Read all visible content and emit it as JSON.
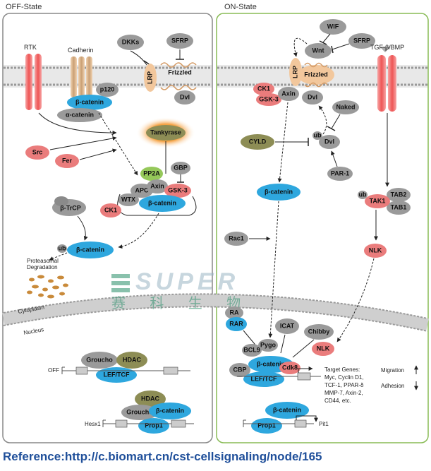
{
  "panels": {
    "off_title": "OFF-State",
    "on_title": "ON-State"
  },
  "off": {
    "rtk": "RTK",
    "cadherin": "Cadherin",
    "p120": "p120",
    "beta_catenin": "β-catenin",
    "alpha_catenin": "α-catenin",
    "dkks": "DKKs",
    "sfrp": "SFRP",
    "lrp": "LRP",
    "frizzled": "Frizzled",
    "dvl": "Dvl",
    "tankyrase": "Tankyrase",
    "src": "Src",
    "fer": "Fer",
    "pp2a": "PP2A",
    "gbp": "GBP",
    "apc": "APC",
    "axin": "Axin",
    "gsk3": "GSK-3",
    "wtx": "WTX",
    "complex_beta_catenin": "β-catenin",
    "ck1": "CK1",
    "btrcp": "β-TrCP",
    "ub": "ub",
    "ub_beta_catenin": "β-catenin",
    "proteasome": "Proteasomal\nDegradation",
    "groucho": "Groucho",
    "hdac": "HDAC",
    "leftcf": "LEF/TCF",
    "off_label": "OFF",
    "hdac2": "HDAC",
    "groucho2": "Groucho",
    "beta_catenin2": "β-catenin",
    "prop1": "Prop1",
    "hesx1": "Hesx1"
  },
  "on": {
    "wif": "WIF",
    "wnt": "Wnt",
    "sfrp": "SFRP",
    "lrp": "LRP",
    "frizzled": "Frizzled",
    "tgf": "TGF-β/BMP",
    "ck1": "CK1",
    "gsk3": "GSK-3",
    "axin": "Axin",
    "dvl": "Dvl",
    "naked": "Naked",
    "cyld": "CYLD",
    "ub": "ub",
    "dvl2": "Dvl",
    "par1": "PAR-1",
    "beta_catenin": "β-catenin",
    "tab2": "TAB2",
    "tak1": "TAK1",
    "tab1": "TAB1",
    "ub2": "ub",
    "rac1": "Rac1",
    "nlk": "NLK",
    "ra": "RA",
    "rar": "RAR",
    "icat": "ICAT",
    "chibby": "Chibby",
    "pygo": "Pygo",
    "bcl9": "BCL9",
    "nlk2": "NLK",
    "cbp": "CBP",
    "nuc_beta_catenin": "β-catenin",
    "cdk8": "Cdk8",
    "leftcf": "LEF/TCF",
    "target_genes": "Target Genes:",
    "target_line1": "Myc, Cyclin D1,",
    "target_line2": "TCF-1, PPAR-δ",
    "target_line3": "MMP-7, Axin-2,",
    "target_line4": "CD44, etc.",
    "migration": "Migration",
    "adhesion": "Adhesion",
    "prop1_beta": "β-catenin",
    "prop1": "Prop1",
    "pit1": "Pit1"
  },
  "membrane": {
    "cytoplasm": "Cytoplasm",
    "nucleus": "Nucleus"
  },
  "watermark": {
    "brand": "SUPER",
    "cn": "赛 科 生 物"
  },
  "reference": "Reference:http://c.biomart.cn/cst-cellsignaling/node/165",
  "colors": {
    "blue": "#2ea7de",
    "gray": "#9a9a9a",
    "red": "#ea7c7c",
    "green": "#95c85a",
    "olive": "#8d8d55",
    "orange_glow": "#f08a24",
    "off_border": "#888888",
    "on_border": "#88bb55",
    "reference": "#1f4f9a"
  }
}
